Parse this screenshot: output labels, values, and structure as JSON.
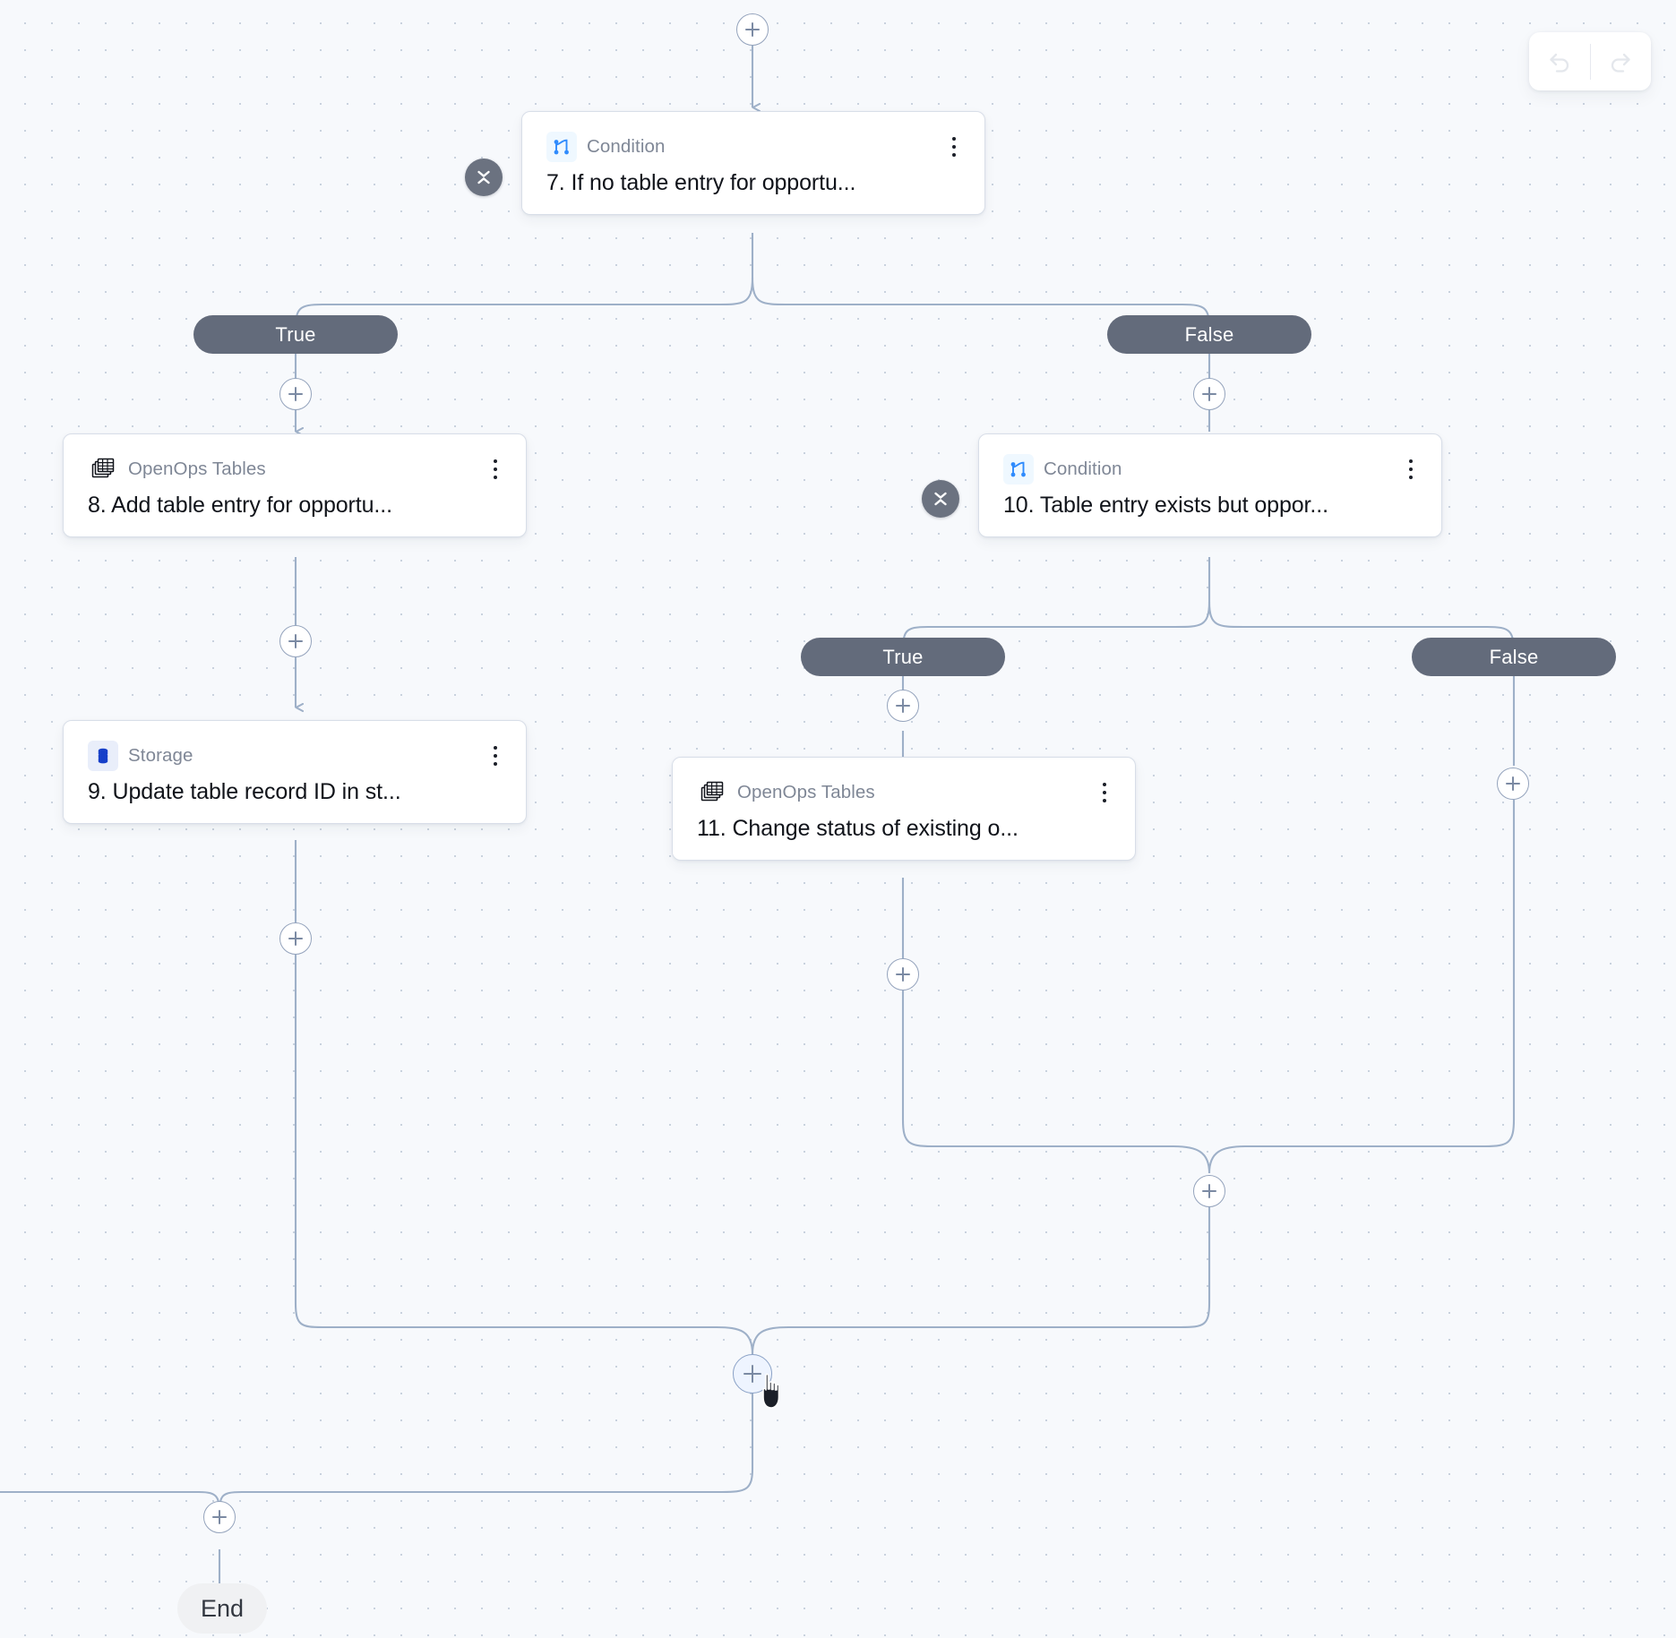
{
  "canvas": {
    "background_color": "#f7f9fc",
    "dot_grid_color": "#c9d2de",
    "edge_color": "#9eb0c8"
  },
  "history": {
    "undo_label": "undo-arrow",
    "redo_label": "redo-arrow"
  },
  "nodes": [
    {
      "id": "step-7",
      "piece": "Condition",
      "title": "7. If no table entry for opportu...",
      "icon": "condition-branch-icon",
      "collapsible": true
    },
    {
      "id": "step-8",
      "piece": "OpenOps Tables",
      "title": "8. Add table entry for opportu...",
      "icon": "tables-icon",
      "collapsible": false
    },
    {
      "id": "step-9",
      "piece": "Storage",
      "title": "9. Update table record ID in st...",
      "icon": "database-icon",
      "collapsible": false
    },
    {
      "id": "step-10",
      "piece": "Condition",
      "title": "10. Table entry exists but oppor...",
      "icon": "condition-branch-icon",
      "collapsible": true
    },
    {
      "id": "step-11",
      "piece": "OpenOps Tables",
      "title": "11. Change status of existing o...",
      "icon": "tables-icon",
      "collapsible": false
    }
  ],
  "branches": {
    "cond7_true": "True",
    "cond7_false": "False",
    "cond10_true": "True",
    "cond10_false": "False"
  },
  "end_node": {
    "label": "End"
  },
  "add_buttons": {
    "label": "+",
    "count": 12
  },
  "colors": {
    "pill_background": "#636b7b",
    "collapse_background": "#6b7280",
    "node_border": "#d8dee8",
    "piece_name": "#7f8796",
    "title_text": "#10131a",
    "condition_icon": "#2f8bfd",
    "storage_icon": "#1740c9"
  }
}
